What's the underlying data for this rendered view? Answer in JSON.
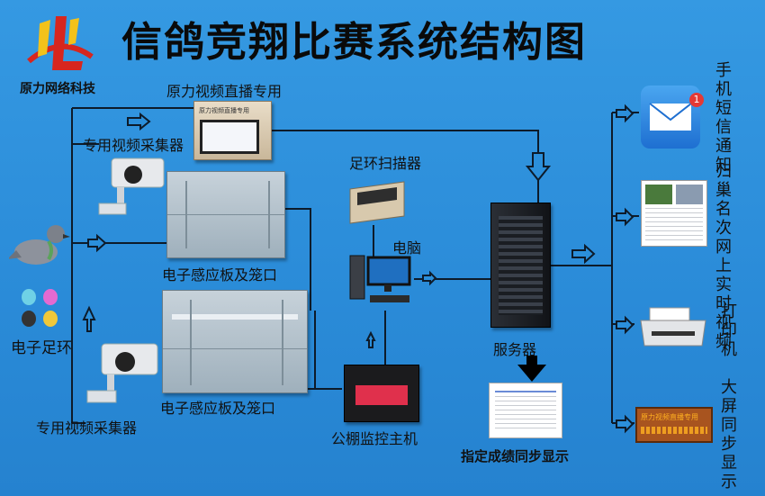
{
  "title": "信鸽竞翔比赛系统结构图",
  "logo": {
    "text": "原力网络科技",
    "mark": "1L"
  },
  "labels": {
    "live": "原力视频直播专用",
    "live_screen": "原力视频直播专用",
    "cam_top": "专用视频采集器",
    "cam_bottom": "专用视频采集器",
    "ring": "电子足环",
    "panel_top": "电子感应板及笼口",
    "panel_bottom": "电子感应板及笼口",
    "scanner": "足环扫描器",
    "computer": "电脑",
    "monitor": "公棚监控主机",
    "server": "服务器",
    "results": "指定成绩同步显示",
    "sms": "手机短信通知",
    "web": "归巢名次网上实时视频",
    "printer": "打印机",
    "bigscreen": "大屏同步显示",
    "led_text": "原力视频直播专用"
  },
  "badge": "1",
  "colors": {
    "background": "#2b8fdb",
    "wire": "#0d1b2a",
    "title": "#0a0a0a",
    "logo_red": "#d7261e",
    "logo_yellow": "#f3c21b"
  }
}
